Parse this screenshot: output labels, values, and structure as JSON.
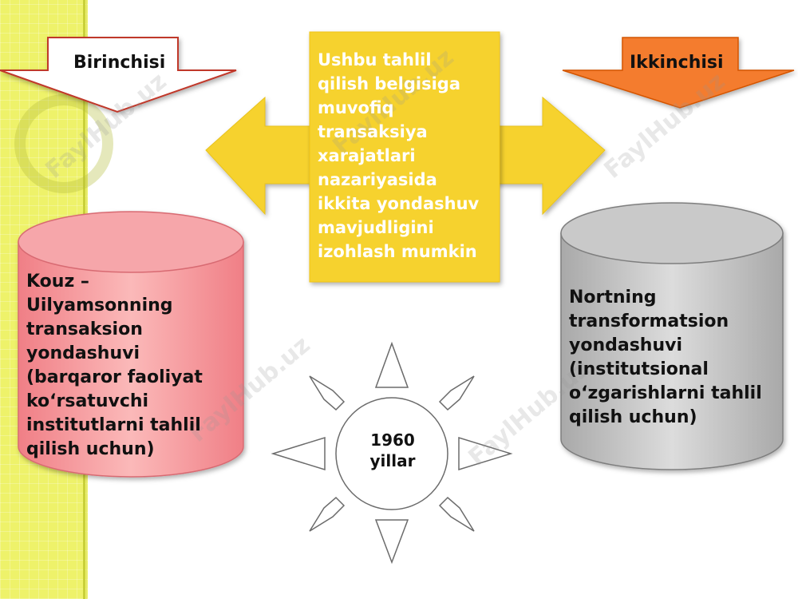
{
  "left_arrow": {
    "label": "Birinchisi"
  },
  "right_arrow": {
    "label": "Ikkinchisi"
  },
  "center_box": {
    "lines": [
      "Ushbu tahlil",
      "qilish belgisiga",
      "muvofiq",
      "transaksiya",
      "xarajatlari",
      "nazariyasida",
      "ikkita yondashuv",
      "mavjudligini",
      "izohlash mumkin"
    ]
  },
  "left_cylinder": {
    "lines": [
      "Kouz –",
      "Uilyamsonning",
      "transaksion",
      "yondashuvi",
      "(barqaror faoliyat",
      "ko‘rsatuvchi",
      "institutlarni tahlil",
      "qilish uchun)"
    ]
  },
  "right_cylinder": {
    "lines": [
      "Nortning",
      "transformatsion",
      "yondashuvi",
      "(institutsional",
      "o‘zgarishlarni tahlil",
      "qilish uchun)"
    ]
  },
  "sun": {
    "line1": "1960",
    "line2": "yillar"
  },
  "watermark": "FaylHub.uz",
  "colors": {
    "left_strip": "#eef26a",
    "center_box": "#f6d22d",
    "left_cylinder": "#f5a0a0",
    "right_cylinder": "#c8c8c8",
    "right_arrow": "#f47b2e"
  }
}
